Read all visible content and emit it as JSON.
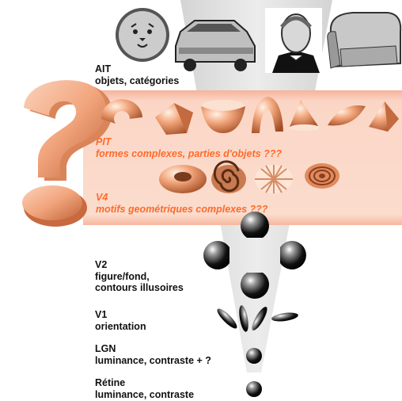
{
  "colors": {
    "band_fill": "#fbd9c9",
    "band_edge": "#f4a588",
    "orange_text": "#ff6a2a",
    "shape_fill": "#f3a77f",
    "cone_gray": "#e2e2e2"
  },
  "icons": [
    "lion-icon",
    "car-icon",
    "washington-portrait-icon",
    "armchair-icon",
    "question-mark-icon"
  ],
  "levels": {
    "ait": {
      "name": "AIT",
      "desc": "objets, catégories"
    },
    "pit": {
      "name": "PIT",
      "desc": "formes complexes, parties d'objets ???"
    },
    "v4": {
      "name": "V4",
      "desc": "motifs geométriques complexes ???"
    },
    "v2": {
      "name": "V2",
      "desc1": "figure/fond,",
      "desc2": "contours illusoires"
    },
    "v1": {
      "name": "V1",
      "desc": "orientation"
    },
    "lgn": {
      "name": "LGN",
      "desc": "luminance, contraste + ?"
    },
    "retine": {
      "name": "Rétine",
      "desc": "luminance, contraste"
    }
  }
}
